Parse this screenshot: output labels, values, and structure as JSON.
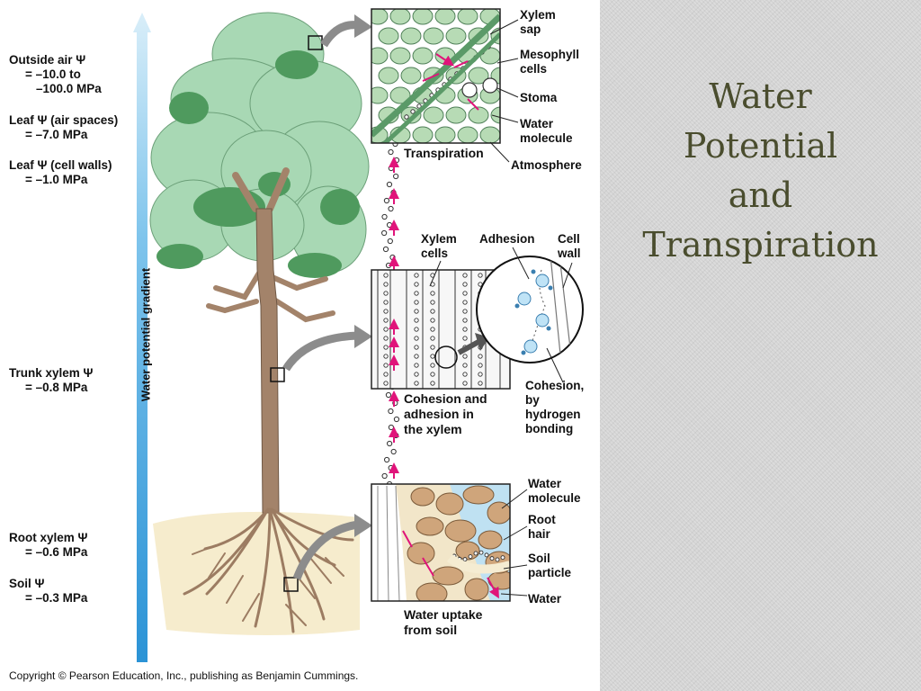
{
  "slide": {
    "title_lines": [
      "Water",
      "Potential",
      "and",
      "Transpiration"
    ]
  },
  "figure": {
    "gradient_label": "Water potential gradient",
    "psi_levels": [
      {
        "lines": [
          "Outside air Ψ",
          "= –10.0 to",
          "–100.0 MPa"
        ]
      },
      {
        "lines": [
          "Leaf Ψ (air spaces)",
          "= –7.0 MPa"
        ]
      },
      {
        "lines": [
          "Leaf Ψ (cell walls)",
          "= –1.0 MPa"
        ]
      },
      {
        "lines": [
          "Trunk xylem Ψ",
          "= –0.8 MPa"
        ]
      },
      {
        "lines": [
          "Root xylem Ψ",
          "= –0.6 MPa"
        ]
      },
      {
        "lines": [
          "Soil Ψ",
          "= –0.3 MPa"
        ]
      }
    ],
    "transpiration": {
      "caption": "Transpiration",
      "labels": [
        "Xylem sap",
        "Mesophyll cells",
        "Stoma",
        "Water molecule",
        "Atmosphere"
      ]
    },
    "cohesion": {
      "caption_lines": [
        "Cohesion and",
        "adhesion in",
        "the xylem"
      ],
      "labels": [
        "Xylem cells",
        "Adhesion",
        "Cell wall",
        "Cohesion, by hydrogen bonding"
      ]
    },
    "uptake": {
      "caption_lines": [
        "Water uptake",
        "from soil"
      ],
      "labels": [
        "Water molecule",
        "Root hair",
        "Soil particle",
        "Water"
      ]
    },
    "copyright": "Copyright © Pearson Education, Inc., publishing as Benjamin Cummings.",
    "colors": {
      "gradient_arrow": "#4aa8e0",
      "leaf_light": "#a8d8b4",
      "leaf_dark": "#4f9a5e",
      "trunk": "#a3836a",
      "soil": "#f6eccd",
      "water_arrow": "#e0147a",
      "cell_fill": "#b7dbb5",
      "soil_particle": "#cfa57b",
      "soil_water": "#bfe1f2",
      "connector_arrow": "#8c8c8c"
    }
  }
}
